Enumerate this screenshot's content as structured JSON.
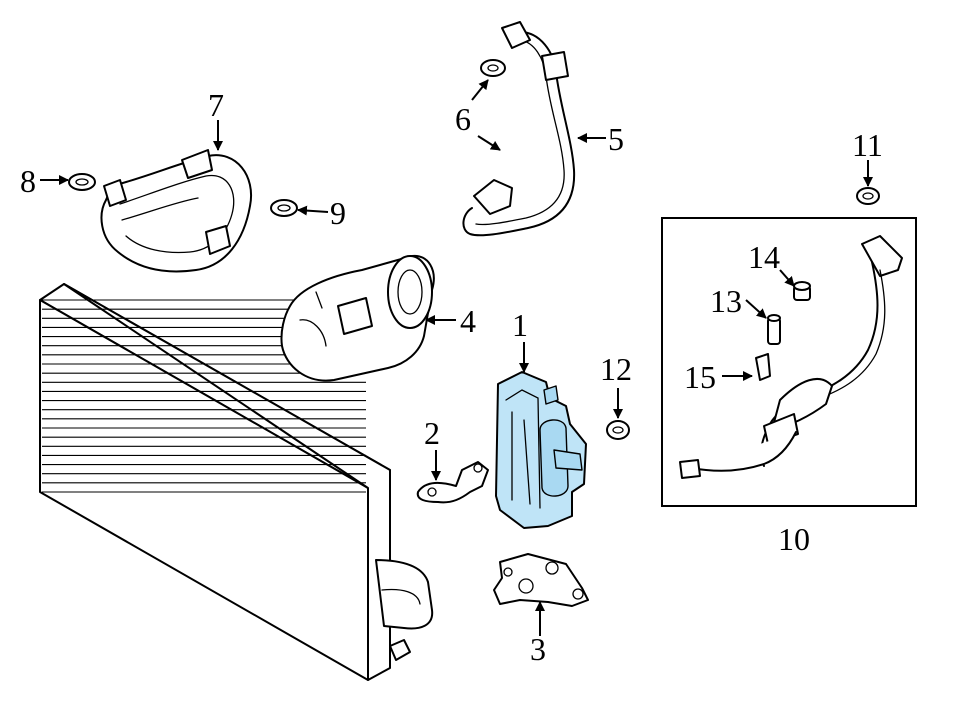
{
  "diagram": {
    "callouts": [
      {
        "id": "c1",
        "label": "1"
      },
      {
        "id": "c2",
        "label": "2"
      },
      {
        "id": "c3",
        "label": "3"
      },
      {
        "id": "c4",
        "label": "4"
      },
      {
        "id": "c5",
        "label": "5"
      },
      {
        "id": "c6",
        "label": "6"
      },
      {
        "id": "c7",
        "label": "7"
      },
      {
        "id": "c8",
        "label": "8"
      },
      {
        "id": "c9",
        "label": "9"
      },
      {
        "id": "c10",
        "label": "10"
      },
      {
        "id": "c11",
        "label": "11"
      },
      {
        "id": "c12",
        "label": "12"
      },
      {
        "id": "c13",
        "label": "13"
      },
      {
        "id": "c14",
        "label": "14"
      },
      {
        "id": "c15",
        "label": "15"
      }
    ],
    "colors": {
      "line": "#000000",
      "highlight": "#bfe4f7",
      "background": "#ffffff"
    }
  }
}
